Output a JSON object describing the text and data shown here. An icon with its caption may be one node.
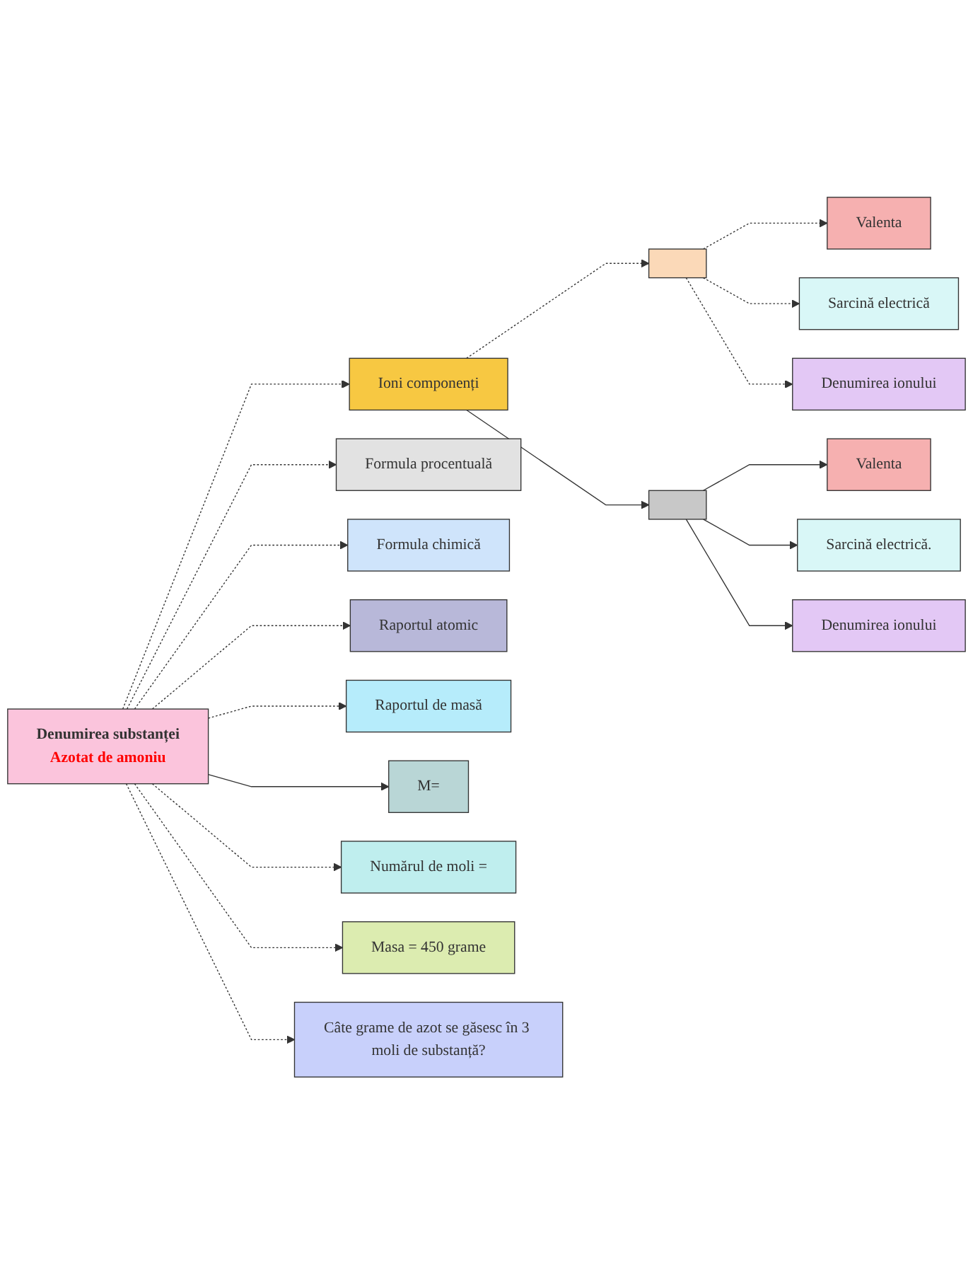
{
  "diagram": {
    "nodes": [
      {
        "text": [
          "Ioni componenți"
        ]
      },
      {
        "text": [],
        "shape": "box"
      },
      {
        "text": [
          "Valenta"
        ]
      },
      {
        "text": [
          "Sarcină electrică"
        ]
      },
      {
        "text": [
          "Denumirea ionului"
        ]
      },
      {
        "text": [],
        "shape": "box"
      },
      {
        "text": [
          "Valenta"
        ]
      },
      {
        "text": [
          "Sarcină electrică."
        ]
      },
      {
        "text": [
          "Denumirea ionului"
        ]
      },
      {
        "text": [
          "Formula procentuală"
        ]
      },
      {
        "text": [
          "Denumirea substanței",
          "Azotat de amoniu"
        ]
      },
      {
        "text": [
          "Formula chimică"
        ]
      },
      {
        "text": [
          "Raportul atomic"
        ]
      },
      {
        "text": [
          "Raportul de masă"
        ]
      },
      {
        "text": [
          "M="
        ]
      },
      {
        "text": [
          "Numărul de moli ="
        ]
      },
      {
        "text": [
          "Masa =  450 grame"
        ]
      },
      {
        "text": [
          "Câte grame de azot se găsesc în 3 moli de substanță?"
        ]
      }
    ],
    "edges": [
      {
        "from": 10,
        "to": 0,
        "arrow": "to",
        "style": "dashed"
      },
      {
        "from": 0,
        "to": 1,
        "arrow": "to",
        "style": "dashed"
      },
      {
        "from": 0,
        "to": 5,
        "arrow": "to"
      },
      {
        "from": 1,
        "to": 2,
        "arrow": "to",
        "style": "dashed"
      },
      {
        "from": 1,
        "to": 3,
        "arrow": "to",
        "style": "dashed"
      },
      {
        "from": 1,
        "to": 4,
        "arrow": "to",
        "style": "dashed"
      },
      {
        "from": 5,
        "to": 6,
        "arrow": "to"
      },
      {
        "from": 5,
        "to": 7,
        "arrow": "to"
      },
      {
        "from": 5,
        "to": 8,
        "arrow": "to"
      },
      {
        "from": 10,
        "to": 9,
        "arrow": "to",
        "style": "dashed"
      },
      {
        "from": 10,
        "to": 11,
        "arrow": "to",
        "style": "dashed"
      },
      {
        "from": 10,
        "to": 12,
        "arrow": "to",
        "style": "dashed"
      },
      {
        "from": 10,
        "to": 13,
        "arrow": "to",
        "style": "dashed"
      },
      {
        "from": 10,
        "to": 14,
        "arrow": "to"
      },
      {
        "from": 10,
        "to": 15,
        "arrow": "to",
        "style": "dashed"
      },
      {
        "from": 10,
        "to": 16,
        "arrow": "to",
        "style": "dashed"
      },
      {
        "from": 10,
        "to": 17,
        "arrow": "to",
        "style": "dashed"
      }
    ]
  }
}
